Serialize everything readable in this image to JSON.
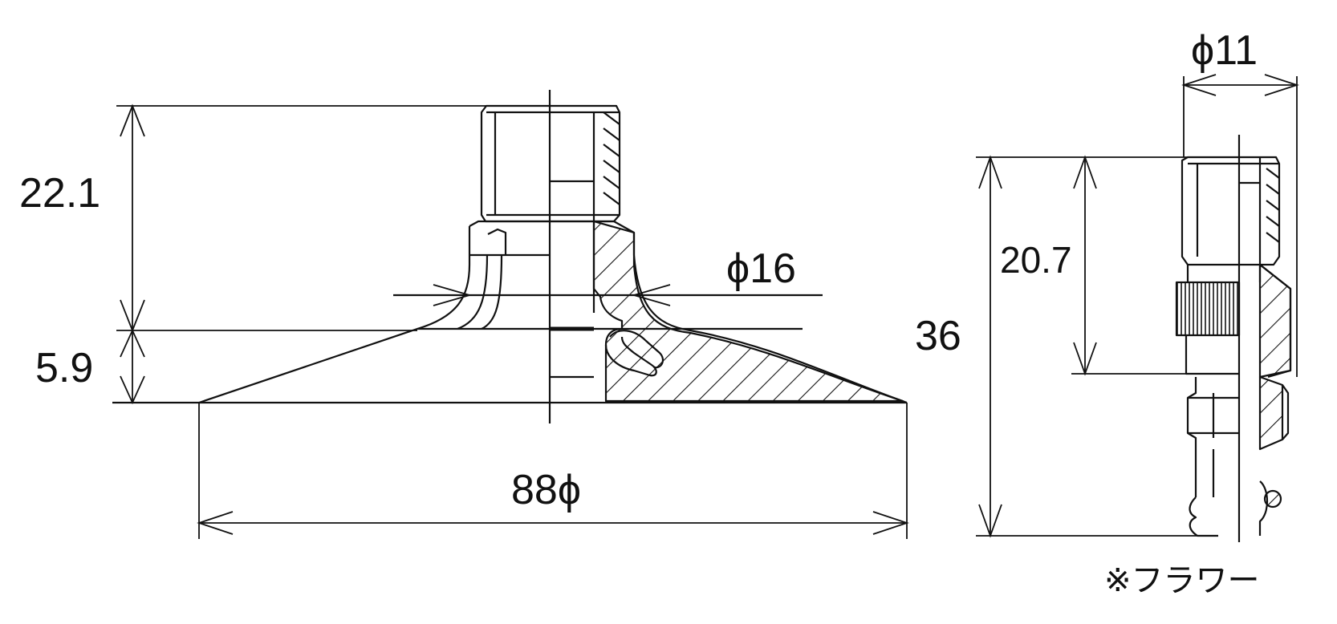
{
  "drawing": {
    "main_view": {
      "dim_height_upper": "22.1",
      "dim_height_lower": "5.9",
      "dim_neck_diameter": "ϕ16",
      "dim_pad_diameter": "88ϕ"
    },
    "side_view": {
      "dim_top_diameter": "ϕ11",
      "dim_total_height": "36",
      "dim_inner_height": "20.7",
      "note": "※フラワー"
    },
    "colors": {
      "line": "#111111",
      "background": "#ffffff"
    }
  }
}
